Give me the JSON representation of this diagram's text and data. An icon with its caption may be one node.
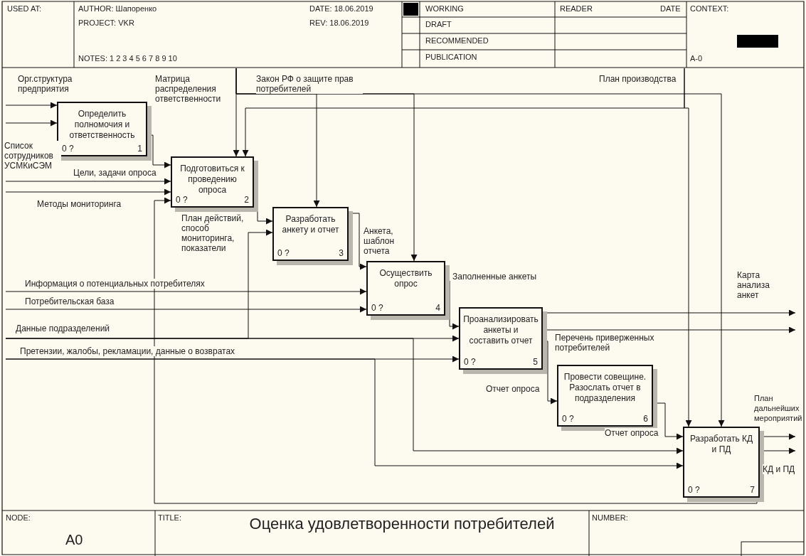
{
  "diagram": {
    "title": "Оценка удовлетворенности потребителей",
    "nodes": [
      {
        "text": [
          "Определить полномочия и ответственность",
          "0 ?",
          "1"
        ]
      },
      {
        "text": [
          "Подготовиться к проведению опроса",
          "0 ?",
          "2"
        ]
      },
      {
        "text": [
          "Разработать анкету и отчет",
          "0 ?",
          "3"
        ]
      },
      {
        "text": [
          "Осуществить опрос",
          "0 ?",
          "4"
        ]
      },
      {
        "text": [
          "Проанализировать анкеты и составить отчет",
          "0 ?",
          "5"
        ]
      },
      {
        "text": [
          "Провести совещине. Разослать отчет в подразделения",
          "0 ?",
          "6"
        ]
      },
      {
        "text": [
          "Разработать КД и ПД",
          "0 ?",
          "7"
        ]
      }
    ],
    "edges": [
      {
        "from": null,
        "to": 0,
        "arrow": "to",
        "label": "Орг.структура предприятия"
      },
      {
        "from": null,
        "to": 0,
        "arrow": "to",
        "label": "Список сотрудников УСМКиСЭМ"
      },
      {
        "from": 0,
        "to": 1,
        "arrow": "to",
        "label": "Матрица распределения ответственности"
      },
      {
        "from": null,
        "to": 1,
        "arrow": "to"
      },
      {
        "from": null,
        "to": 2,
        "arrow": "to",
        "label": "Закон РФ о защите прав потребителей"
      },
      {
        "from": null,
        "to": 3,
        "arrow": "to"
      },
      {
        "from": null,
        "to": 6,
        "arrow": "to"
      },
      {
        "from": null,
        "to": 1,
        "arrow": "to",
        "label": "План производства"
      },
      {
        "from": null,
        "to": 6,
        "arrow": "to"
      },
      {
        "from": null,
        "to": 1,
        "arrow": "to",
        "label": "Цели, задачи опроса"
      },
      {
        "from": null,
        "to": 1,
        "arrow": "to",
        "label": "Методы мониторинга"
      },
      {
        "from": 6,
        "to": 1,
        "arrow": "to"
      },
      {
        "from": 1,
        "to": 2,
        "arrow": "to",
        "label": "План действий, способ мониторинга, показатели"
      },
      {
        "from": null,
        "to": 2,
        "arrow": "to",
        "label": "Данные подразделений"
      },
      {
        "from": null,
        "to": 4,
        "arrow": "to"
      },
      {
        "from": null,
        "to": 6,
        "arrow": "to"
      },
      {
        "from": 2,
        "to": 3,
        "arrow": "to",
        "label": "Анкета, шаблон отчета"
      },
      {
        "from": null,
        "to": 3,
        "arrow": "to",
        "label": "Информация о потенциальных потребителях"
      },
      {
        "from": null,
        "to": 3,
        "arrow": "to",
        "label": "Потребительская база"
      },
      {
        "from": 3,
        "to": 4,
        "arrow": "to",
        "label": "Заполненные анкеты"
      },
      {
        "from": null,
        "to": 4,
        "arrow": "to",
        "label": "Претензии, жалобы, рекламации, данные о возвратах"
      },
      {
        "from": null,
        "to": 6,
        "arrow": "to"
      },
      {
        "from": 4,
        "to": null,
        "arrow": "to",
        "label": "Карта анализа анкет"
      },
      {
        "from": 4,
        "to": null,
        "arrow": "to",
        "label": "Перечень приверженных потребителей"
      },
      {
        "from": 4,
        "to": 5,
        "arrow": "to",
        "label": "Отчет опроса"
      },
      {
        "from": 5,
        "to": 6,
        "arrow": "to",
        "label": "Отчет опроса"
      },
      {
        "from": 6,
        "to": null,
        "arrow": "to",
        "label": "План дальнейших мероприятий"
      },
      {
        "from": 6,
        "to": null,
        "arrow": "to",
        "label": "КД и ПД"
      }
    ],
    "labels": [
      "USED AT:",
      "AUTHOR: Шапоренко",
      "PROJECT: VKR",
      "NOTES: 1 2 3 4 5 6 7 8 9 10",
      "DATE: 18.06.2019",
      "REV: 18.06.2019",
      "WORKING",
      "DRAFT",
      "RECOMMENDED",
      "PUBLICATION",
      "READER",
      "DATE",
      "CONTEXT:",
      "A-0",
      "NODE:",
      "A0",
      "TITLE:",
      "NUMBER:"
    ]
  }
}
